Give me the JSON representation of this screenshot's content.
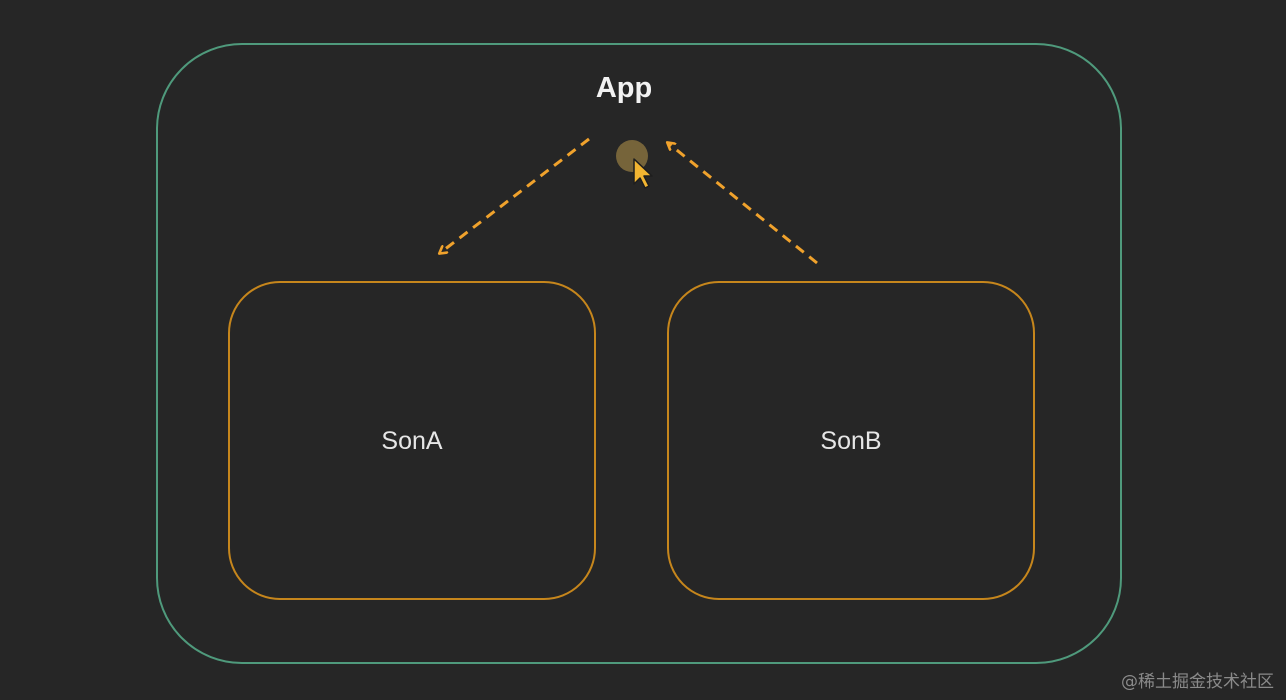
{
  "diagram": {
    "app_label": "App",
    "son_a_label": "SonA",
    "son_b_label": "SonB"
  },
  "watermark": "@稀土掘金技术社区",
  "colors": {
    "background": "#262626",
    "app_border": "#4f9a7c",
    "son_border": "#c6861c",
    "arrow": "#f0a22c",
    "cursor": "#f2b531",
    "cursor_halo": "#76643a"
  }
}
